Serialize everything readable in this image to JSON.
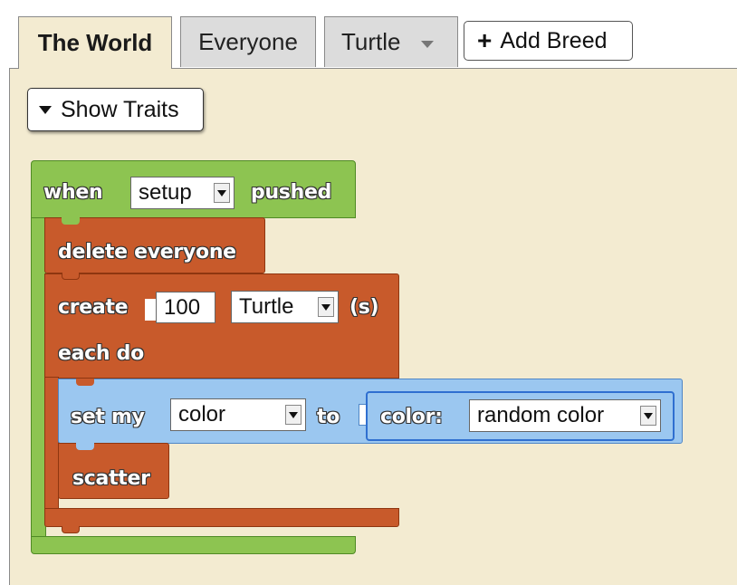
{
  "tabs": {
    "world": "The World",
    "everyone": "Everyone",
    "turtle": "Turtle",
    "add_breed": "Add Breed",
    "add_breed_icon": "plus-icon"
  },
  "workspace": {
    "show_traits": "Show Traits"
  },
  "blocks": {
    "when": {
      "label_when": "when",
      "event_value": "setup",
      "label_pushed": "pushed"
    },
    "delete": {
      "label": "delete everyone"
    },
    "create": {
      "label_create": "create",
      "count_value": "100",
      "breed_value": "Turtle",
      "label_s": "(s)",
      "label_each_do": "each do"
    },
    "set_my": {
      "label_set_my": "set my",
      "trait_value": "color",
      "label_to": "to",
      "label_color": "color:",
      "color_value": "random color"
    },
    "scatter": {
      "label": "scatter"
    }
  },
  "colors": {
    "workspace_bg": "#f3ebd1",
    "event_block": "#8dc451",
    "command_block": "#c85a2b",
    "trait_block": "#9bc7f0"
  }
}
